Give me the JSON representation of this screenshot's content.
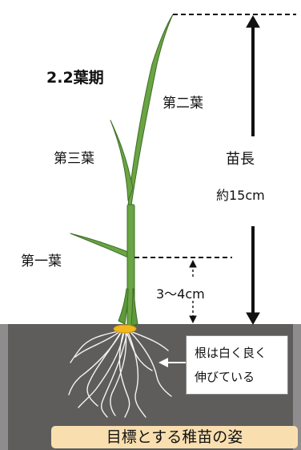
{
  "stage_label": "2.2葉期",
  "leaf_labels": {
    "second": "第二葉",
    "third": "第三葉",
    "first": "第一葉"
  },
  "seedling_height": {
    "label": "苗長",
    "value": "約15cm"
  },
  "base_height": "3～4cm",
  "root_note": {
    "line1": "根は白く良く",
    "line2": "伸びている"
  },
  "caption": "目標とする稚苗の姿",
  "colors": {
    "leaf": "#6aa444",
    "soil": "#5f5c5c",
    "seed": "#f0b81e",
    "caption_bg": "#f9dfb0"
  }
}
